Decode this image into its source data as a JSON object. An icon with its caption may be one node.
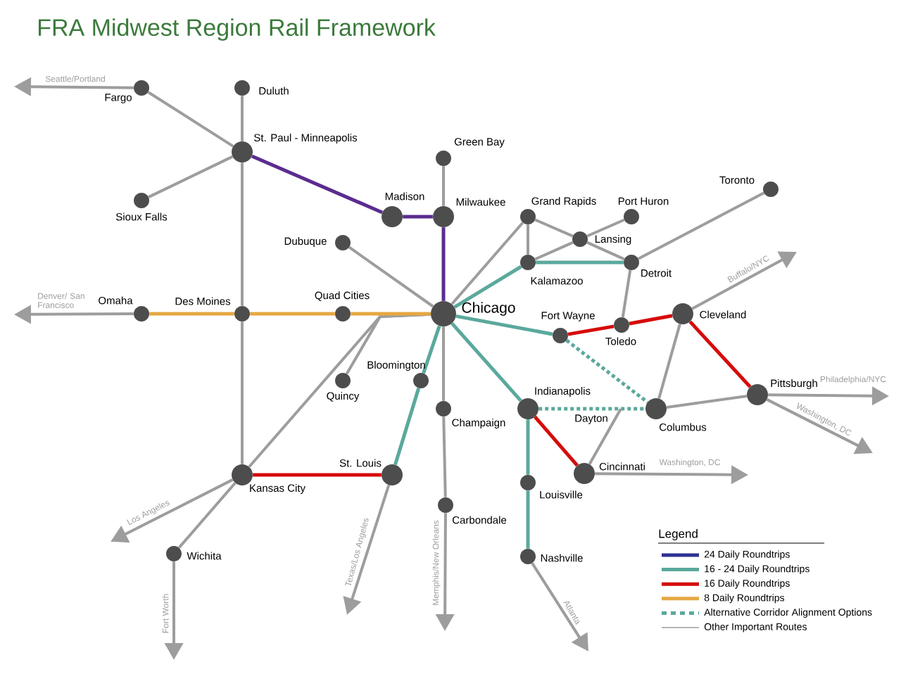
{
  "diagram": {
    "title": "FRA Midwest Region Rail Framework",
    "nodes": [
      {
        "text": [
          "Fargo"
        ]
      },
      {
        "text": [
          "Duluth"
        ]
      },
      {
        "text": [
          "St. Paul - Minneapolis"
        ]
      },
      {
        "text": [
          "Sioux Falls"
        ]
      },
      {
        "text": [
          "Green Bay"
        ]
      },
      {
        "text": [
          "Madison"
        ]
      },
      {
        "text": [
          "Milwaukee"
        ]
      },
      {
        "text": [
          "Grand Rapids"
        ]
      },
      {
        "text": [
          "Port Huron"
        ]
      },
      {
        "text": [
          "Toronto"
        ]
      },
      {
        "text": [
          "Lansing"
        ]
      },
      {
        "text": [
          "Dubuque"
        ]
      },
      {
        "text": [
          "Kalamazoo"
        ]
      },
      {
        "text": [
          "Detroit"
        ]
      },
      {
        "text": [
          "Omaha"
        ]
      },
      {
        "text": [
          "Des Moines"
        ]
      },
      {
        "text": [
          "Quad Cities"
        ]
      },
      {
        "text": [
          "Chicago"
        ]
      },
      {
        "text": [
          "Fort Wayne"
        ]
      },
      {
        "text": [
          "Toledo"
        ]
      },
      {
        "text": [
          "Cleveland"
        ]
      },
      {
        "text": [
          "Bloomington"
        ]
      },
      {
        "text": [
          "Quincy"
        ]
      },
      {
        "text": [
          "Pittsburgh"
        ]
      },
      {
        "text": [
          "Indianapolis"
        ]
      },
      {
        "text": [
          "Champaign"
        ]
      },
      {
        "text": [
          "Columbus"
        ]
      },
      {
        "text": [
          "Dayton"
        ]
      },
      {
        "text": [
          "Cincinnati"
        ]
      },
      {
        "text": [
          "Louisville"
        ]
      },
      {
        "text": [
          "Kansas City"
        ]
      },
      {
        "text": [
          "St. Louis"
        ]
      },
      {
        "text": [
          "Carbondale"
        ]
      },
      {
        "text": [
          "Wichita"
        ]
      },
      {
        "text": [
          "Nashville"
        ]
      }
    ],
    "edges": [
      {
        "from": 0,
        "to": 2,
        "arrow": "none"
      },
      {
        "from": 1,
        "to": 2,
        "arrow": "none"
      },
      {
        "from": 3,
        "to": 2,
        "arrow": "none"
      },
      {
        "from": 2,
        "to": 5,
        "arrow": "none",
        "color": "#5b2c8f"
      },
      {
        "from": 5,
        "to": 6,
        "arrow": "none",
        "color": "#5b2c8f"
      },
      {
        "from": 4,
        "to": 6,
        "arrow": "none"
      },
      {
        "from": 6,
        "to": 17,
        "arrow": "none",
        "color": "#5b2c8f"
      },
      {
        "from": 11,
        "to": 17,
        "arrow": "none"
      },
      {
        "from": 7,
        "to": 17,
        "arrow": "none"
      },
      {
        "from": 7,
        "to": 12,
        "arrow": "none"
      },
      {
        "from": 7,
        "to": 10,
        "arrow": "none"
      },
      {
        "from": 12,
        "to": 10,
        "arrow": "none"
      },
      {
        "from": 10,
        "to": 8,
        "arrow": "none"
      },
      {
        "from": 10,
        "to": 13,
        "arrow": "none"
      },
      {
        "from": 17,
        "to": 12,
        "arrow": "none",
        "color": "#5aa99c"
      },
      {
        "from": 12,
        "to": 13,
        "arrow": "none",
        "color": "#5aa99c"
      },
      {
        "from": 13,
        "to": 9,
        "arrow": "none"
      },
      {
        "from": 13,
        "to": 19,
        "arrow": "none"
      },
      {
        "from": 17,
        "to": 18,
        "arrow": "none",
        "color": "#5aa99c"
      },
      {
        "from": 18,
        "to": 19,
        "arrow": "none",
        "color": "#d60a0a"
      },
      {
        "from": 19,
        "to": 20,
        "arrow": "none",
        "color": "#d60a0a"
      },
      {
        "from": 20,
        "to": 23,
        "arrow": "none",
        "color": "#d60a0a"
      },
      {
        "from": 20,
        "to": 26,
        "arrow": "none"
      },
      {
        "from": 26,
        "to": 23,
        "arrow": "none"
      },
      {
        "from": 18,
        "to": 26,
        "arrow": "none",
        "style": "dashed",
        "color": "#5aa99c"
      },
      {
        "from": 17,
        "to": 24,
        "arrow": "none",
        "color": "#5aa99c"
      },
      {
        "from": 24,
        "to": 27,
        "arrow": "none",
        "style": "dashed",
        "color": "#5aa99c"
      },
      {
        "from": 27,
        "to": 26,
        "arrow": "none",
        "style": "dashed",
        "color": "#5aa99c"
      },
      {
        "from": 28,
        "to": 27,
        "arrow": "none"
      },
      {
        "from": 24,
        "to": 28,
        "arrow": "none",
        "color": "#d60a0a"
      },
      {
        "from": 24,
        "to": 29,
        "arrow": "none",
        "color": "#5aa99c"
      },
      {
        "from": 29,
        "to": 34,
        "arrow": "none",
        "color": "#5aa99c"
      },
      {
        "from": 17,
        "to": 21,
        "arrow": "none",
        "color": "#5aa99c"
      },
      {
        "from": 21,
        "to": 31,
        "arrow": "none",
        "color": "#5aa99c"
      },
      {
        "from": 17,
        "to": 25,
        "arrow": "none"
      },
      {
        "from": 25,
        "to": 32,
        "arrow": "none"
      },
      {
        "from": 17,
        "to": 16,
        "arrow": "none",
        "color": "#e5a843"
      },
      {
        "from": 16,
        "to": 15,
        "arrow": "none",
        "color": "#e5a843"
      },
      {
        "from": 15,
        "to": 14,
        "arrow": "none",
        "color": "#e5a843"
      },
      {
        "from": 2,
        "to": 15,
        "arrow": "none"
      },
      {
        "from": 15,
        "to": 30,
        "arrow": "none"
      },
      {
        "from": 30,
        "to": 31,
        "arrow": "none",
        "color": "#d60a0a"
      },
      {
        "from": 30,
        "to": 17,
        "arrow": "none"
      },
      {
        "from": 22,
        "to": 17,
        "arrow": "none"
      },
      {
        "from": 30,
        "to": 33,
        "arrow": "none"
      },
      {
        "from": 0,
        "to": null,
        "arrow": "to",
        "label": "Seattle/Portland"
      },
      {
        "from": 14,
        "to": null,
        "arrow": "to",
        "label": "Denver/ San Francisco"
      },
      {
        "from": 30,
        "to": null,
        "arrow": "to",
        "label": "Los Angeles"
      },
      {
        "from": 33,
        "to": null,
        "arrow": "to",
        "label": "Fort Worth"
      },
      {
        "from": 31,
        "to": null,
        "arrow": "to",
        "label": "Texas/Los Angeles"
      },
      {
        "from": 32,
        "to": null,
        "arrow": "to",
        "label": "Memphis/New Orleans"
      },
      {
        "from": 34,
        "to": null,
        "arrow": "to",
        "label": "Atlanta"
      },
      {
        "from": 28,
        "to": null,
        "arrow": "to",
        "label": "Washington, DC"
      },
      {
        "from": 23,
        "to": null,
        "arrow": "to",
        "label": "Philadelphia/NYC"
      },
      {
        "from": 23,
        "to": null,
        "arrow": "to",
        "label": "Washington, DC"
      },
      {
        "from": 20,
        "to": null,
        "arrow": "to",
        "label": "Buffalo/NYC"
      }
    ],
    "labels": [
      "Legend"
    ],
    "legend": [
      {
        "text": "24 Daily Roundtrips",
        "color": "#2e3192"
      },
      {
        "text": "16 - 24 Daily Roundtrips",
        "color": "#5aa99c"
      },
      {
        "text": "16 Daily Roundtrips",
        "color": "#d60a0a"
      },
      {
        "text": "8 Daily Roundtrips",
        "color": "#e5a843"
      },
      {
        "text": "Alternative Corridor Alignment Options"
      },
      {
        "text": "Other Important Routes"
      }
    ]
  }
}
